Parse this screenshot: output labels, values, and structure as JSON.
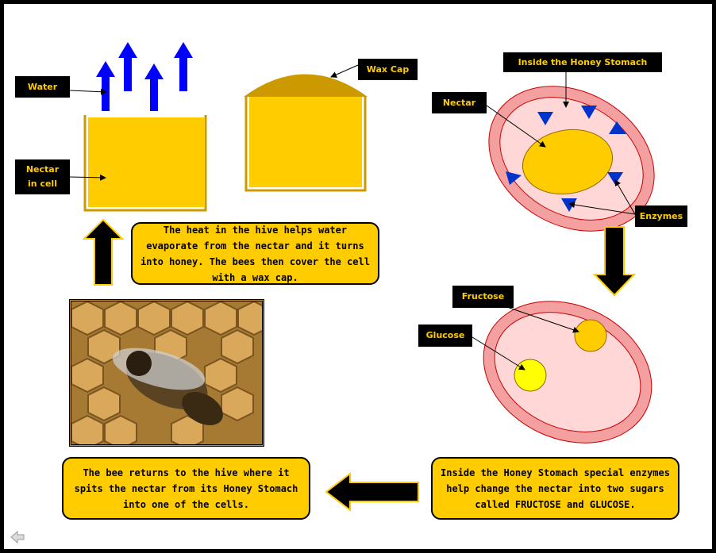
{
  "labels": {
    "water": "Water",
    "nectar_in_cell": [
      "Nectar",
      "in cell"
    ],
    "wax_cap": "Wax Cap",
    "inside_honey_stomach": "Inside the Honey Stomach",
    "nectar": "Nectar",
    "enzymes": "Enzymes",
    "fructose": "Fructose",
    "glucose": "Glucose"
  },
  "captions": {
    "evaporation": "The heat in the hive helps water evaporate from the nectar and it turns into honey. The bees then cover the cell with a wax cap.",
    "return_to_hive": "The bee returns to the hive where it spits the nectar from its Honey Stomach into one of the cells.",
    "enzymes": "Inside the Honey Stomach special enzymes help change the nectar into two sugars called FRUCTOSE and GLUCOSE."
  },
  "colors": {
    "honey": "#ffcc00",
    "wax": "#cc9900",
    "stomach_outer": "#f4a0a0",
    "stomach_inner": "#ffd7d7",
    "enzyme": "#0033cc",
    "vapor_arrow": "#0000ff",
    "fructose": "#ffcc00",
    "glucose": "#ffff00"
  },
  "icons": {
    "back": "back-arrow-icon"
  }
}
